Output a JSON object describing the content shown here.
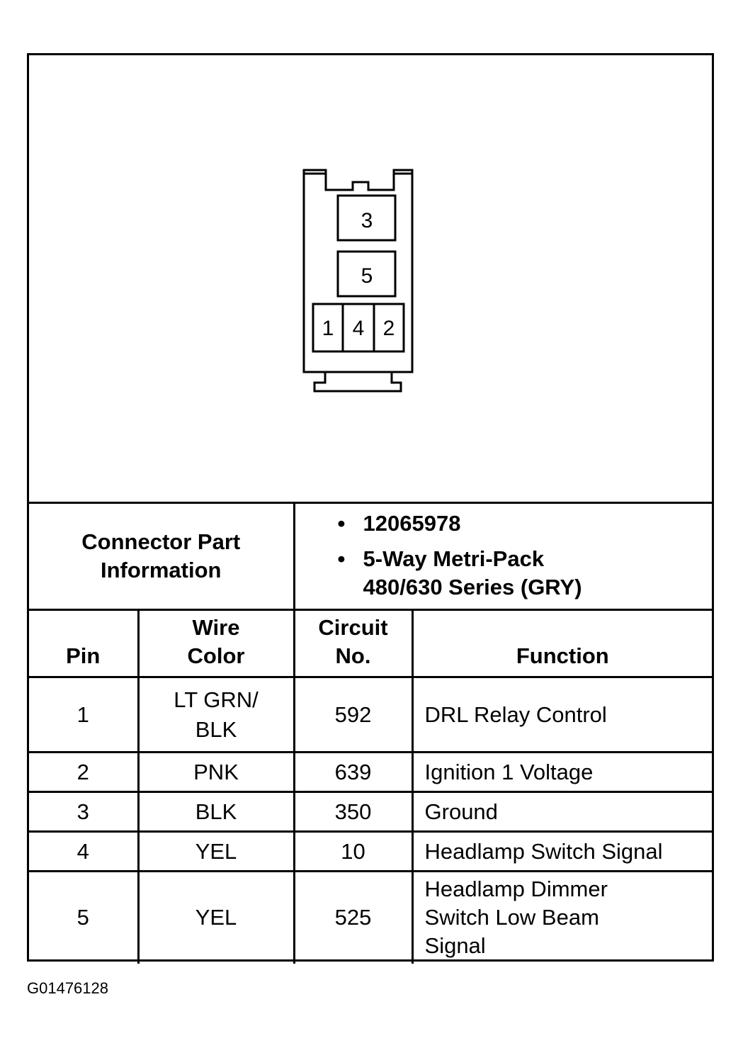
{
  "connector": {
    "cavities": {
      "top": "3",
      "middle": "5",
      "left": "1",
      "center": "4",
      "right": "2"
    }
  },
  "part_info": {
    "label_line1": "Connector Part",
    "label_line2": "Information",
    "bullet1": "12065978",
    "bullet2_line1": "5-Way Metri-Pack",
    "bullet2_line2": "480/630 Series (GRY)"
  },
  "table": {
    "headers": {
      "pin": "Pin",
      "wire_color_line1": "Wire",
      "wire_color_line2": "Color",
      "circuit_line1": "Circuit",
      "circuit_line2": "No.",
      "function": "Function"
    },
    "rows": [
      {
        "pin": "1",
        "color_line1": "LT GRN/",
        "color_line2": "BLK",
        "circuit": "592",
        "function_lines": [
          "DRL Relay Control"
        ]
      },
      {
        "pin": "2",
        "color_line1": "PNK",
        "color_line2": "",
        "circuit": "639",
        "function_lines": [
          "Ignition 1 Voltage"
        ]
      },
      {
        "pin": "3",
        "color_line1": "BLK",
        "color_line2": "",
        "circuit": "350",
        "function_lines": [
          "Ground"
        ]
      },
      {
        "pin": "4",
        "color_line1": "YEL",
        "color_line2": "",
        "circuit": "10",
        "function_lines": [
          "Headlamp Switch Signal"
        ]
      },
      {
        "pin": "5",
        "color_line1": "YEL",
        "color_line2": "",
        "circuit": "525",
        "function_lines": [
          "Headlamp Dimmer",
          "Switch Low Beam",
          "Signal"
        ]
      }
    ]
  },
  "figure_id": "G01476128"
}
